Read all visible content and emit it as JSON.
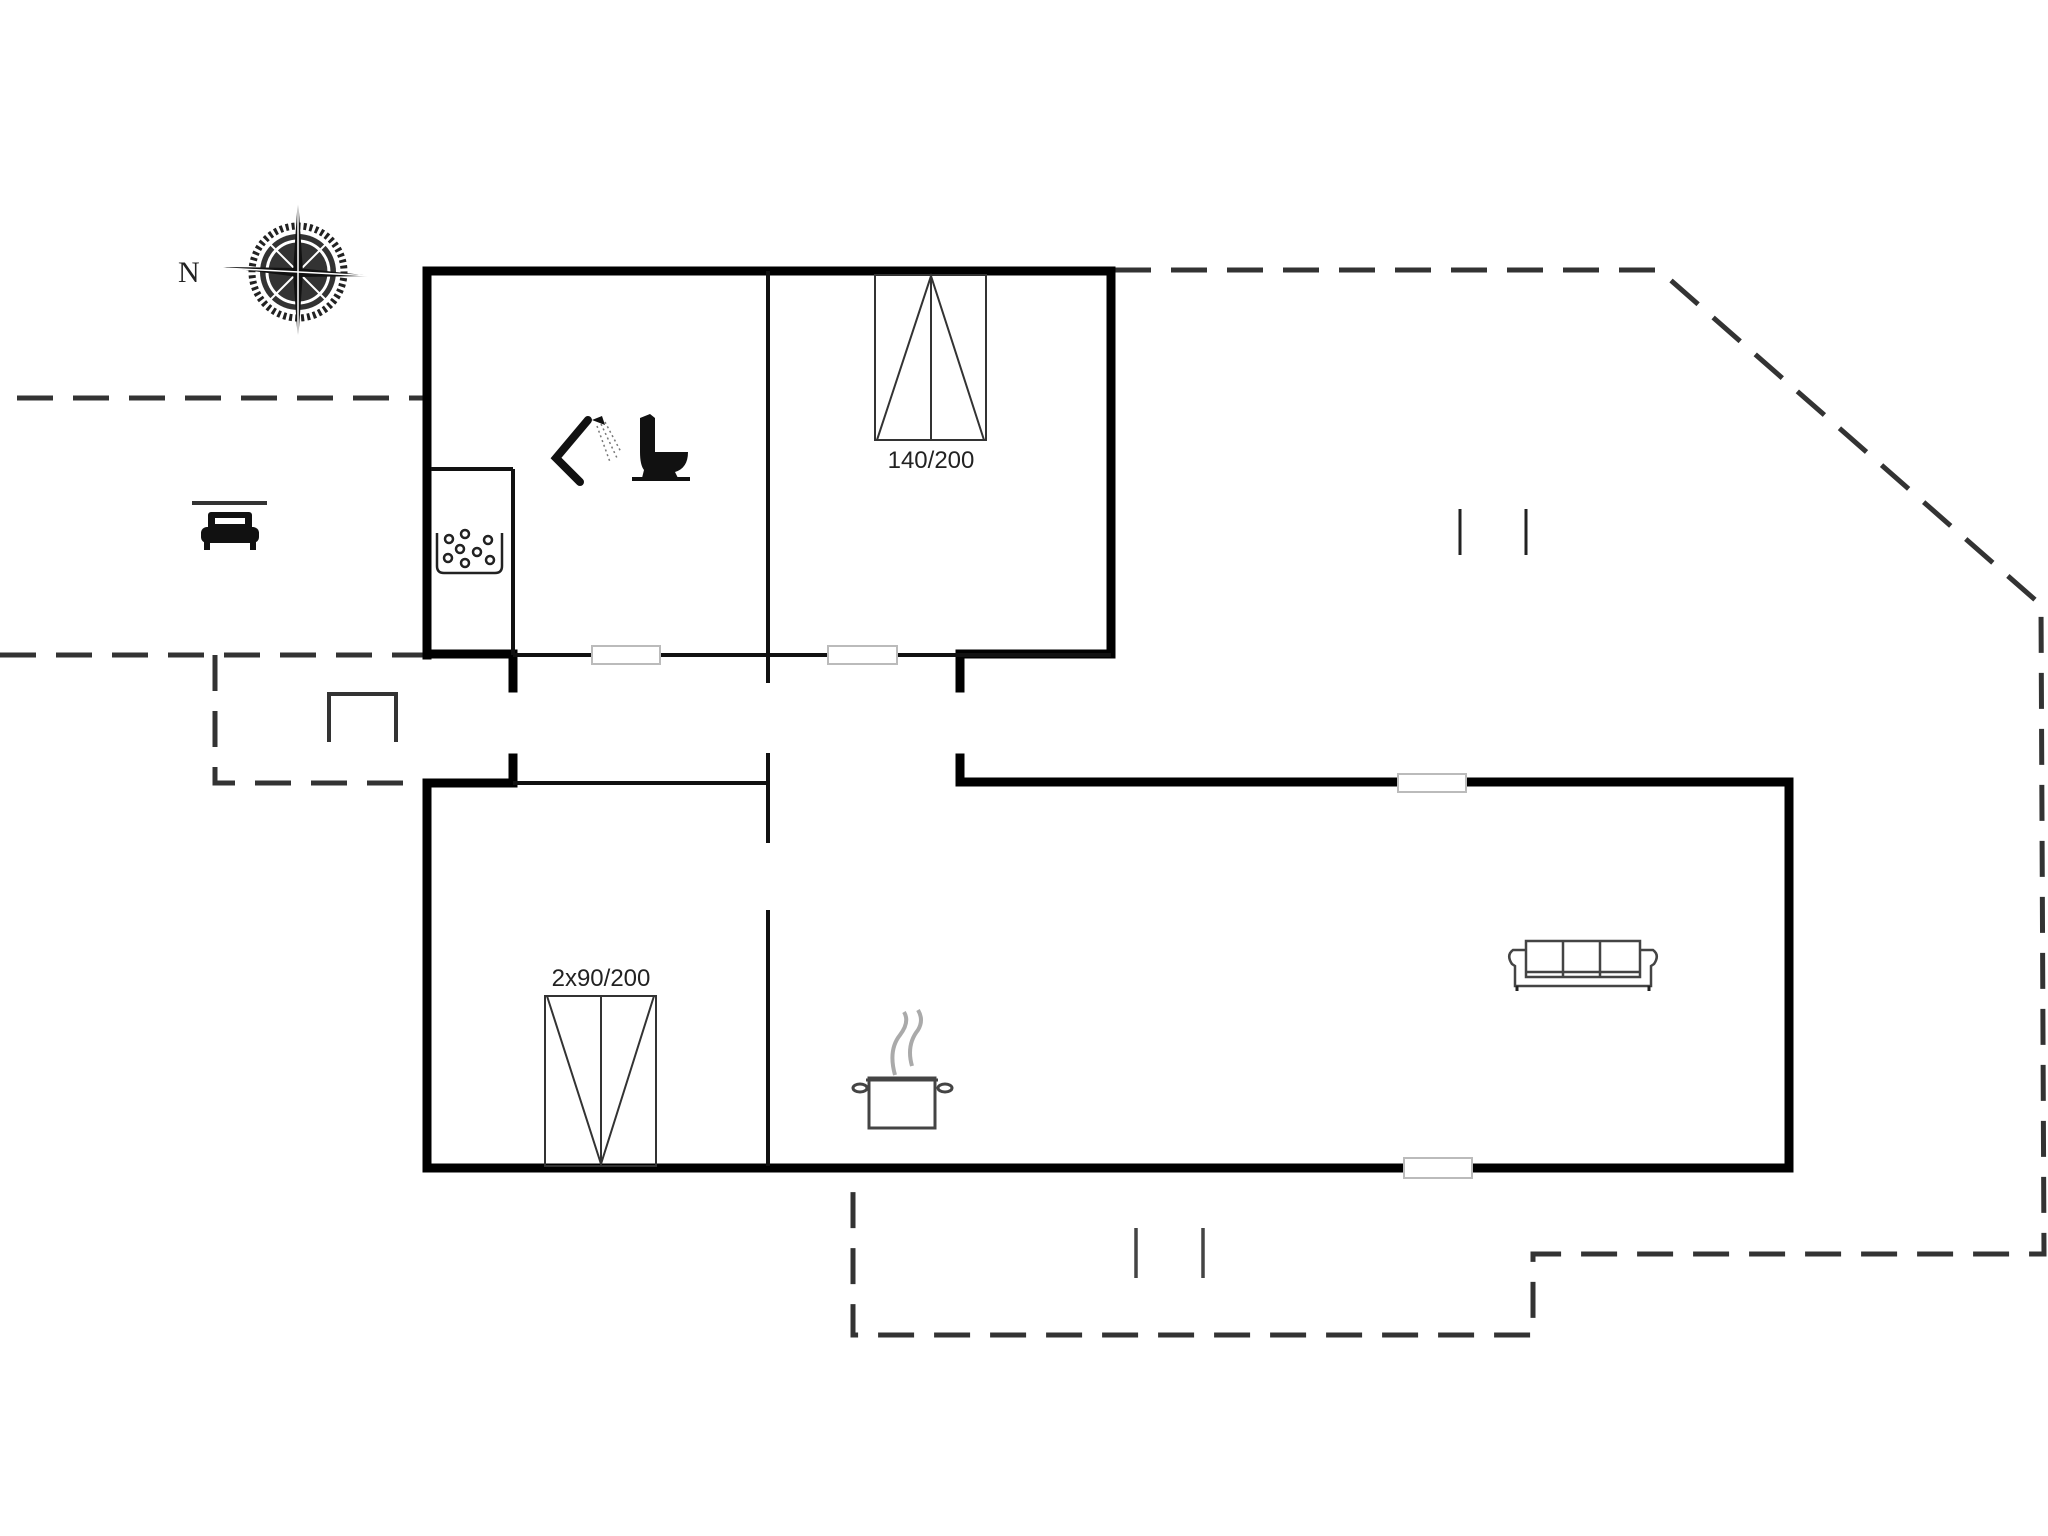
{
  "plan": {
    "compass": {
      "label": "N"
    },
    "bedrooms": [
      {
        "id": "bedroom-1",
        "bed_label": "140/200"
      },
      {
        "id": "bedroom-2",
        "bed_label": "2x90/200"
      }
    ],
    "rooms": [
      "bathroom",
      "sauna",
      "bedroom-1",
      "bedroom-2",
      "kitchen-living",
      "hallway"
    ],
    "icons": [
      "compass-rose-icon",
      "car-icon",
      "sauna-icon",
      "shower-icon",
      "toilet-icon",
      "cooking-pot-icon",
      "sofa-icon",
      "bench-icon"
    ],
    "colors": {
      "wall": "#000000",
      "dashed_outline": "#333333",
      "window": "#bbbbbb",
      "background": "#ffffff"
    }
  }
}
